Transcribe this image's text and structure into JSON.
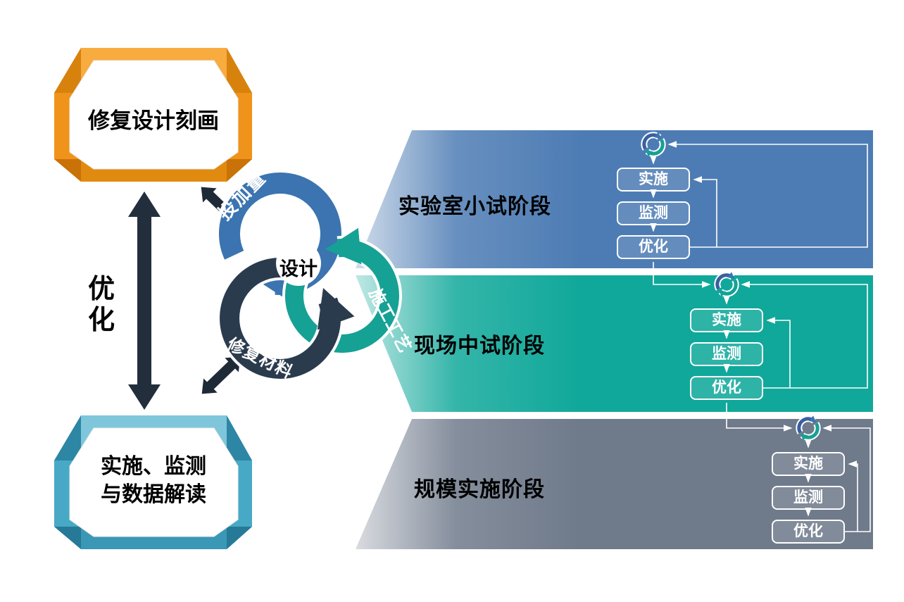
{
  "left_column": {
    "top_box": {
      "label": "修复设计刻画"
    },
    "optimize_label": "优化",
    "bottom_box": {
      "line1": "实施、监测",
      "line2": "与数据解读"
    }
  },
  "cycle": {
    "center_label": "设计",
    "ring_dosage": "投加量",
    "ring_process": "施工工艺",
    "ring_material": "修复材料"
  },
  "stages": [
    {
      "label": "实验室小试阶段",
      "color": "#4D7CB4",
      "steps": [
        "实施",
        "监测",
        "优化"
      ]
    },
    {
      "label": "现场中试阶段",
      "color": "#10A89A",
      "steps": [
        "实施",
        "监测",
        "优化"
      ]
    },
    {
      "label": "规模实施阶段",
      "color": "#6F7A8B",
      "steps": [
        "实施",
        "监测",
        "优化"
      ]
    }
  ],
  "colors": {
    "top_box": "#F0931B",
    "bottom_box": "#47A9C6",
    "big_arrow": "#222E3C",
    "ring_dosage": "#3B74B0",
    "ring_process": "#16A195",
    "ring_material": "#2B3B4E"
  }
}
